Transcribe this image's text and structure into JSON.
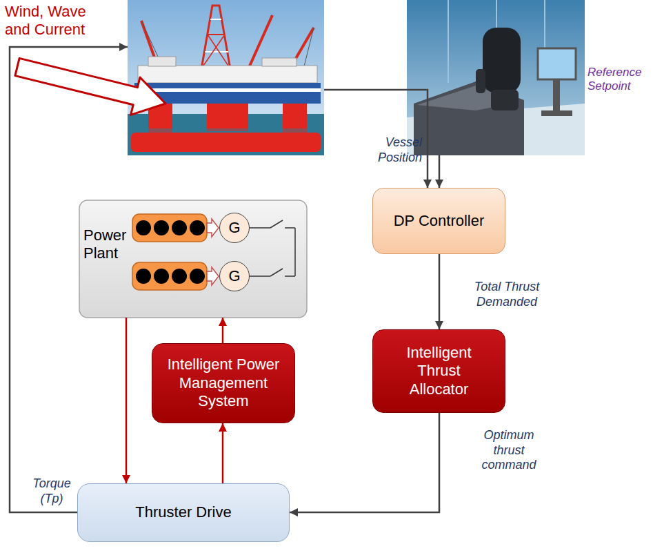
{
  "diagram": {
    "nodes": [
      {
        "text": [
          "Wind, Wave and Current"
        ]
      },
      {
        "text": [
          "Reference Setpoint"
        ]
      },
      {
        "text": [
          "Power Plant"
        ]
      },
      {
        "text": [
          "G"
        ],
        "in": 2
      },
      {
        "text": [
          "G"
        ],
        "in": 2
      },
      {
        "text": [
          "DP Controller"
        ]
      },
      {
        "text": [
          "Intelligent Power Management System"
        ]
      },
      {
        "text": [
          "Intelligent Thrust Allocator"
        ]
      },
      {
        "text": [
          "Thruster Drive"
        ]
      }
    ],
    "edges": [
      {
        "from": 0,
        "to": 5,
        "arrow": "to",
        "label": "Vessel Position"
      },
      {
        "from": 1,
        "to": 5,
        "arrow": "to"
      },
      {
        "from": 5,
        "to": 7,
        "arrow": "to",
        "label": "Total Thrust Demanded"
      },
      {
        "from": 7,
        "to": 8,
        "arrow": "to",
        "label": "Optimum thrust command"
      },
      {
        "from": 8,
        "to": 0,
        "arrow": "to",
        "label": "Torque (Tp)"
      },
      {
        "from": 8,
        "to": 6,
        "arrow": "to"
      },
      {
        "from": 6,
        "to": 2,
        "arrow": "to"
      },
      {
        "from": 2,
        "to": 8,
        "arrow": "to"
      }
    ]
  }
}
